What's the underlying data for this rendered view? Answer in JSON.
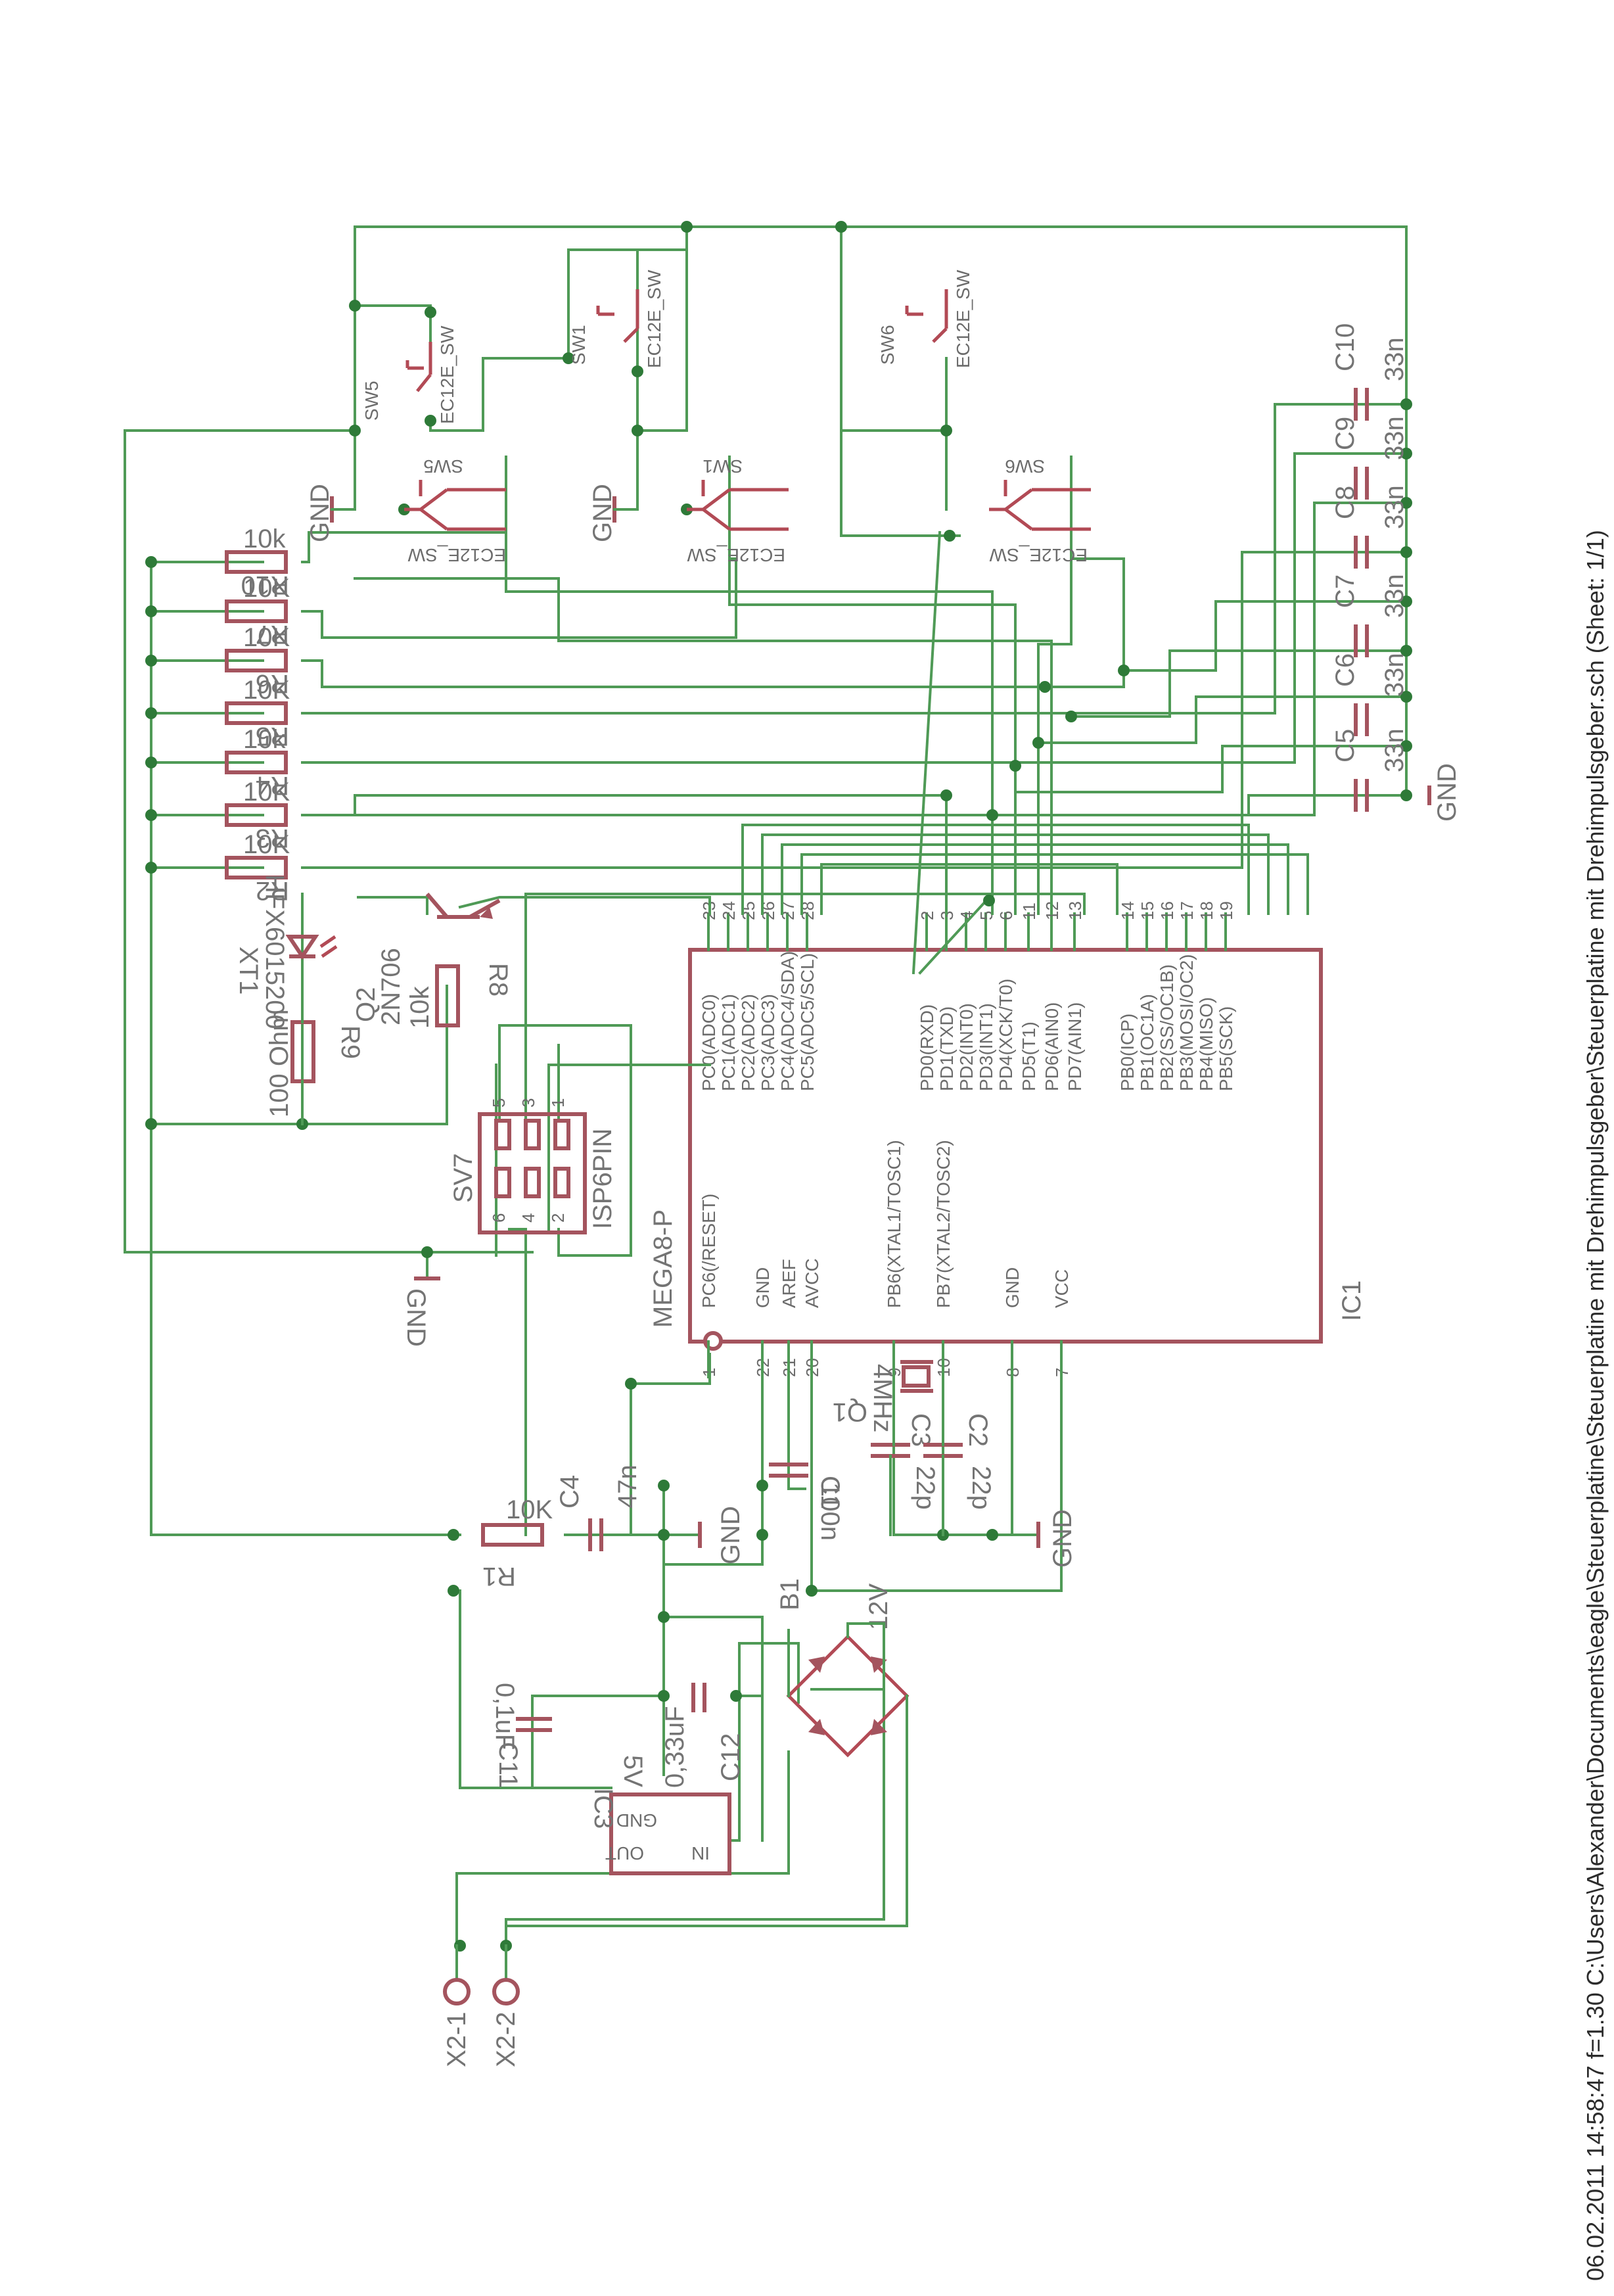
{
  "footer": "06.02.2011 14:58:47  f=1.30  C:\\Users\\Alexander\\Documents\\eagle\\Steuerplatine\\Steuerplatine mit Drehimpulsgeber\\Steuerplatine mit Drehimpulsgeber.sch (Sheet: 1/1)",
  "ic1": {
    "name": "IC1",
    "type": "MEGA8-P",
    "left_pins": [
      {
        "label": "PC0(ADC0)",
        "pin": "23"
      },
      {
        "label": "PC1(ADC1)",
        "pin": "24"
      },
      {
        "label": "PC2(ADC2)",
        "pin": "25"
      },
      {
        "label": "PC3(ADC3)",
        "pin": "26"
      },
      {
        "label": "PC4(ADC4/SDA)",
        "pin": "27"
      },
      {
        "label": "PC5(ADC5/SCL)",
        "pin": "28"
      },
      {
        "label": "PD0(RXD)",
        "pin": "2"
      },
      {
        "label": "PD1(TXD)",
        "pin": "3"
      },
      {
        "label": "PD2(INT0)",
        "pin": "4"
      },
      {
        "label": "PD3(INT1)",
        "pin": "5"
      },
      {
        "label": "PD4(XCK/T0)",
        "pin": "6"
      },
      {
        "label": "PD5(T1)",
        "pin": "11"
      },
      {
        "label": "PD6(AIN0)",
        "pin": "12"
      },
      {
        "label": "PD7(AIN1)",
        "pin": "13"
      },
      {
        "label": "PB0(ICP)",
        "pin": "14"
      },
      {
        "label": "PB1(OC1A)",
        "pin": "15"
      },
      {
        "label": "PB2(SS/OC1B)",
        "pin": "16"
      },
      {
        "label": "PB3(MOSI/OC2)",
        "pin": "17"
      },
      {
        "label": "PB4(MISO)",
        "pin": "18"
      },
      {
        "label": "PB5(SCK)",
        "pin": "19"
      }
    ],
    "right_pins": [
      {
        "label": "PC6(/RESET)",
        "pin": "1"
      },
      {
        "label": "GND",
        "pin": "22"
      },
      {
        "label": "AREF",
        "pin": "21"
      },
      {
        "label": "AVCC",
        "pin": "20"
      },
      {
        "label": "PB6(XTAL1/TOSC1)",
        "pin": "9"
      },
      {
        "label": "PB7(XTAL2/TOSC2)",
        "pin": "10"
      },
      {
        "label": "GND",
        "pin": "8"
      },
      {
        "label": "VCC",
        "pin": "7"
      }
    ]
  },
  "resistors": [
    {
      "name": "R10",
      "value": "10k"
    },
    {
      "name": "R7",
      "value": "10K"
    },
    {
      "name": "R6",
      "value": "10K"
    },
    {
      "name": "R5",
      "value": "10K"
    },
    {
      "name": "R4",
      "value": "10k"
    },
    {
      "name": "R3",
      "value": "10K"
    },
    {
      "name": "R2",
      "value": "10K"
    },
    {
      "name": "R1",
      "value": "10K"
    },
    {
      "name": "R8",
      "value": "10k"
    },
    {
      "name": "R9",
      "value": "100 Ohm"
    }
  ],
  "caps_33n": [
    {
      "name": "C10",
      "value": "33n"
    },
    {
      "name": "C9",
      "value": "33n"
    },
    {
      "name": "C8",
      "value": "33n"
    },
    {
      "name": "C7",
      "value": "33n"
    },
    {
      "name": "C6",
      "value": "33n"
    },
    {
      "name": "C5",
      "value": "33n"
    }
  ],
  "caps_other": {
    "c1_name": "C1",
    "c1_value": "100n",
    "c2_name": "C2",
    "c2_value": "22p",
    "c3_name": "C3",
    "c3_value": "22p",
    "c4_name": "C4",
    "c4_value": "47n",
    "c11_name": "C11",
    "c11_value": "0,1uF",
    "c12_name": "C12",
    "c12_value": "0,33uF"
  },
  "crystal": {
    "name": "Q1",
    "value": "4MHz"
  },
  "transistor": {
    "name": "Q2",
    "type": "2N706"
  },
  "led": {
    "name": "XT1",
    "type": "HFX6015200"
  },
  "connector": {
    "name": "SV7",
    "type": "ISP6PIN",
    "pins": [
      "5",
      "3",
      "1",
      "6",
      "4",
      "2"
    ]
  },
  "regulator": {
    "name": "IC3",
    "value": "5V",
    "pin_in": "IN",
    "pin_out": "OUT",
    "pin_gnd": "GND"
  },
  "rectifier": {
    "name": "B1",
    "value": "12V"
  },
  "terminals": [
    "X2-1",
    "X2-2"
  ],
  "switch_type": "EC12E_SW",
  "encoders": [
    "SW5",
    "SW1",
    "SW6"
  ],
  "gnd": "GND"
}
